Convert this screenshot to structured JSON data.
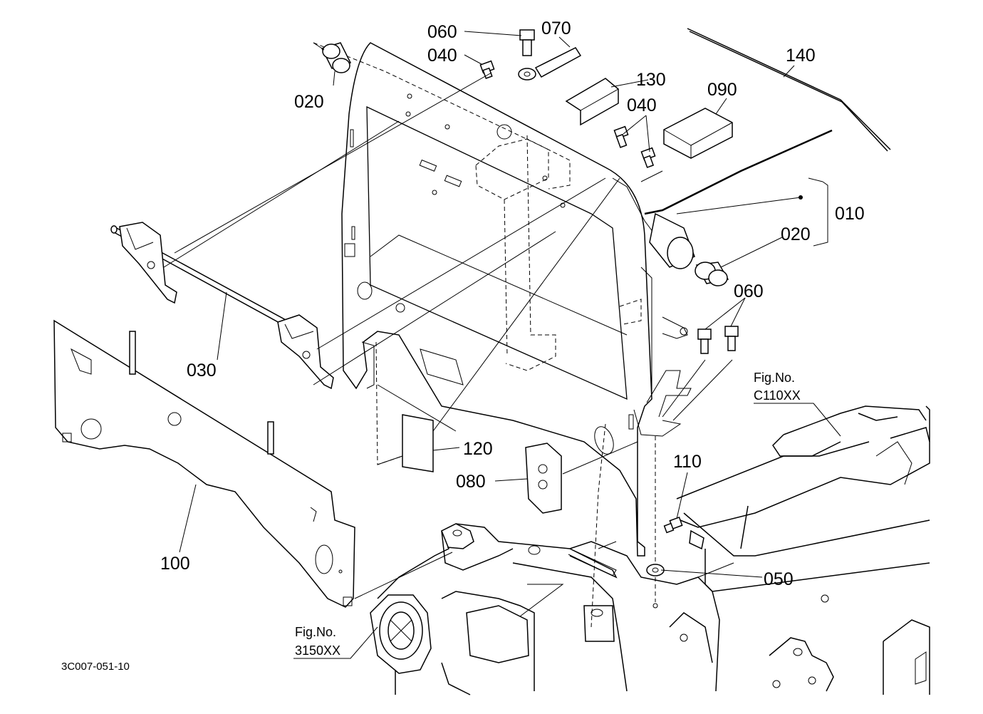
{
  "labels": {
    "p060a": "060",
    "p070": "070",
    "p040a": "040",
    "p020a": "020",
    "p130": "130",
    "p040b": "040",
    "p090": "090",
    "p140": "140",
    "p010": "010",
    "p020b": "020",
    "p060b": "060",
    "p030": "030",
    "p120": "120",
    "p080": "080",
    "p110": "110",
    "p050": "050",
    "p100": "100"
  },
  "figure_refs": {
    "c110_line1": "Fig.No.",
    "c110_line2": "C110XX",
    "f3150_line1": "Fig.No.",
    "f3150_line2": "3150XX"
  },
  "drawing_id": "3C007-051-10"
}
